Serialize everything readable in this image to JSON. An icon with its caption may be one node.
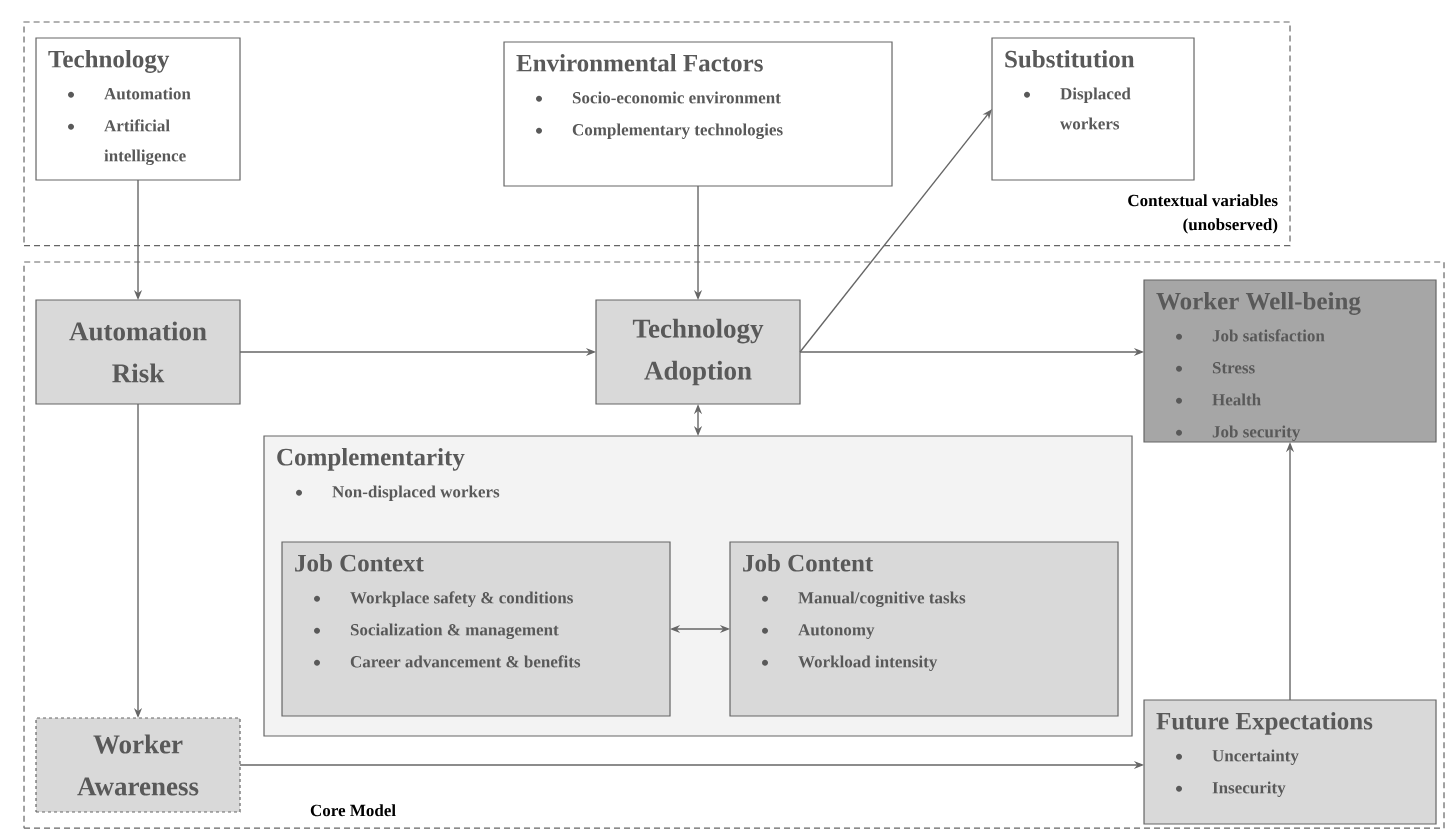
{
  "diagram": {
    "nodes": [
      {
        "text": [
          "Contextual variables (unobserved)"
        ]
      },
      {
        "text": [
          "Technology",
          "Automation",
          "Artificial intelligence"
        ],
        "in": 0
      },
      {
        "text": [
          "Environmental Factors",
          "Socio-economic environment",
          "Complementary technologies"
        ],
        "in": 0
      },
      {
        "text": [
          "Substitution",
          "Displaced workers"
        ],
        "in": 0
      },
      {
        "text": [
          "Core Model"
        ]
      },
      {
        "text": [
          "Automation Risk"
        ],
        "in": 4
      },
      {
        "text": [
          "Technology Adoption"
        ],
        "in": 4
      },
      {
        "text": [
          "Worker Well-being",
          "Job satisfaction",
          "Stress",
          "Health",
          "Job security"
        ],
        "in": 4
      },
      {
        "text": [
          "Complementarity",
          "Non-displaced workers"
        ],
        "in": 4
      },
      {
        "text": [
          "Job Context",
          "Workplace safety & conditions",
          "Socialization & management",
          "Career advancement & benefits"
        ],
        "in": 8
      },
      {
        "text": [
          "Job Content",
          "Manual/cognitive tasks",
          "Autonomy",
          "Workload intensity"
        ],
        "in": 8
      },
      {
        "text": [
          "Worker Awareness"
        ],
        "in": 4
      },
      {
        "text": [
          "Future Expectations",
          "Uncertainty",
          "Insecurity"
        ],
        "in": 4
      }
    ],
    "edges": [
      {
        "from": 1,
        "to": 5,
        "arrow": "to"
      },
      {
        "from": 2,
        "to": 6,
        "arrow": "to"
      },
      {
        "from": 6,
        "to": 3,
        "arrow": "to"
      },
      {
        "from": 5,
        "to": 6,
        "arrow": "to"
      },
      {
        "from": 6,
        "to": 7,
        "arrow": "to"
      },
      {
        "from": 6,
        "to": 8,
        "arrow": "both"
      },
      {
        "from": 9,
        "to": 10,
        "arrow": "both"
      },
      {
        "from": 5,
        "to": 11,
        "arrow": "to"
      },
      {
        "from": 11,
        "to": 12,
        "arrow": "to"
      },
      {
        "from": 12,
        "to": 7,
        "arrow": "to"
      }
    ]
  }
}
